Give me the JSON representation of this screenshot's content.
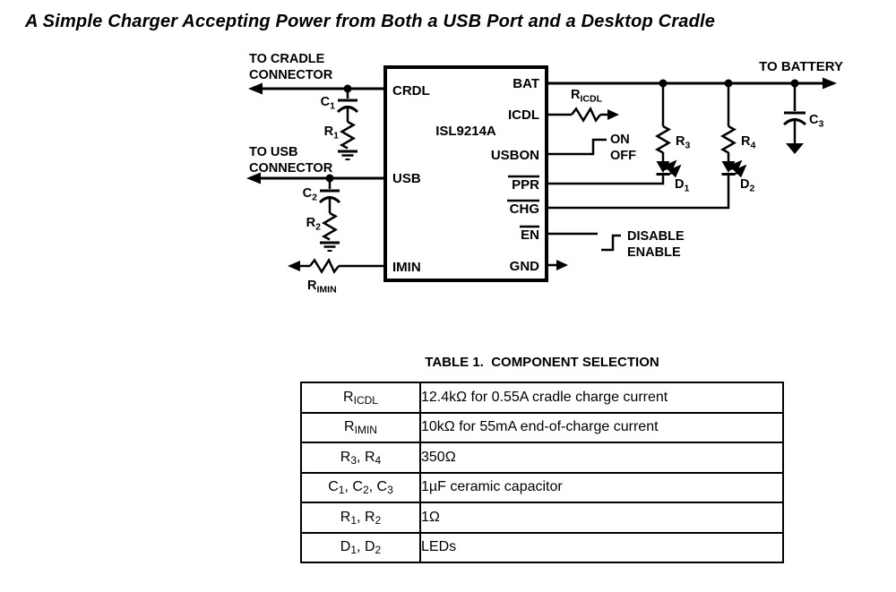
{
  "colors": {
    "ink": "#000000",
    "background": "#ffffff"
  },
  "title": "A Simple Charger Accepting Power from Both a USB Port and a Desktop Cradle",
  "schematic": {
    "connectors": {
      "cradle_line1": "TO CRADLE",
      "cradle_line2": "CONNECTOR",
      "usb_line1": "TO USB",
      "usb_line2": "CONNECTOR",
      "battery": "TO BATTERY"
    },
    "ic": {
      "name": "ISL9214A",
      "pins": {
        "crdl": "CRDL",
        "usb": "USB",
        "imin": "IMIN",
        "bat": "BAT",
        "icdl": "ICDL",
        "usbon": "USBON",
        "ppr": "PPR",
        "chg": "CHG",
        "en": "EN",
        "gnd": "GND"
      }
    },
    "signals": {
      "on": "ON",
      "off": "OFF",
      "disable": "DISABLE",
      "enable": "ENABLE"
    },
    "components": {
      "c1": {
        "t": "C",
        "s": "1"
      },
      "r1": {
        "t": "R",
        "s": "1"
      },
      "c2": {
        "t": "C",
        "s": "2"
      },
      "r2": {
        "t": "R",
        "s": "2"
      },
      "rimin": {
        "t": "R",
        "s": "IMIN"
      },
      "ricdl": {
        "t": "R",
        "s": "ICDL"
      },
      "r3": {
        "t": "R",
        "s": "3"
      },
      "r4": {
        "t": "R",
        "s": "4"
      },
      "d1": {
        "t": "D",
        "s": "1"
      },
      "d2": {
        "t": "D",
        "s": "2"
      },
      "c3": {
        "t": "C",
        "s": "3"
      }
    }
  },
  "table": {
    "title": "TABLE 1.  COMPONENT SELECTION",
    "rows": [
      {
        "parts": [
          {
            "t": "R"
          },
          {
            "s": "ICDL"
          }
        ],
        "value": "12.4kΩ for 0.55A cradle charge current"
      },
      {
        "parts": [
          {
            "t": "R"
          },
          {
            "s": "IMIN"
          }
        ],
        "value": "10kΩ for 55mA end-of-charge current"
      },
      {
        "parts": [
          {
            "t": "R"
          },
          {
            "s": "3"
          },
          {
            "t": ", R"
          },
          {
            "s": "4"
          }
        ],
        "value": "350Ω"
      },
      {
        "parts": [
          {
            "t": "C"
          },
          {
            "s": "1"
          },
          {
            "t": ", C"
          },
          {
            "s": "2"
          },
          {
            "t": ", C"
          },
          {
            "s": "3"
          }
        ],
        "value": "1µF ceramic capacitor"
      },
      {
        "parts": [
          {
            "t": "R"
          },
          {
            "s": "1"
          },
          {
            "t": ", R"
          },
          {
            "s": "2"
          }
        ],
        "value": "1Ω"
      },
      {
        "parts": [
          {
            "t": "D"
          },
          {
            "s": "1"
          },
          {
            "t": ", D"
          },
          {
            "s": "2"
          }
        ],
        "value": "LEDs"
      }
    ]
  }
}
